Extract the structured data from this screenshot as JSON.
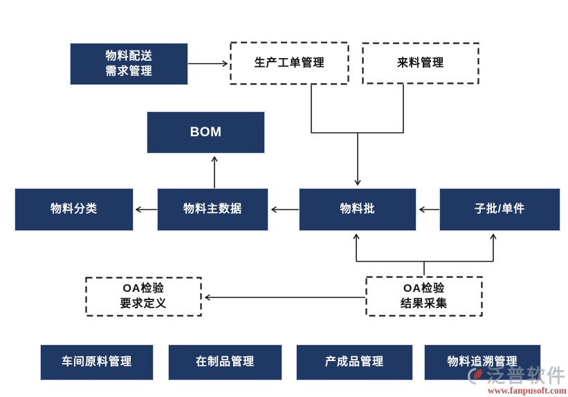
{
  "nodes": {
    "material_delivery_demand": {
      "line1": "物料配送",
      "line2": "需求管理"
    },
    "production_work_order": {
      "label": "生产工单管理"
    },
    "incoming_material": {
      "label": "来料管理"
    },
    "bom": {
      "label": "BOM"
    },
    "material_category": {
      "label": "物料分类"
    },
    "material_master_data": {
      "label": "物料主数据"
    },
    "material_batch": {
      "label": "物料批"
    },
    "sub_batch_unit": {
      "label": "子批/单件"
    },
    "oa_inspection_requirement": {
      "line1": "OA检验",
      "line2": "要求定义"
    },
    "oa_inspection_result": {
      "line1": "OA检验",
      "line2": "结果采集"
    },
    "workshop_raw_material": {
      "label": "车间原料管理"
    },
    "work_in_progress": {
      "label": "在制品管理"
    },
    "finished_goods": {
      "label": "产成品管理"
    },
    "material_traceability": {
      "label": "物料追溯管理"
    }
  },
  "colors": {
    "node_fill": "#1f3864",
    "node_text": "#ffffff",
    "line": "#1a1a1a",
    "watermark_brand": "#9aa0aa",
    "watermark_url": "#c0504d"
  },
  "watermark": {
    "brand": "泛普软件",
    "url": "www.fanpusoft.com"
  }
}
